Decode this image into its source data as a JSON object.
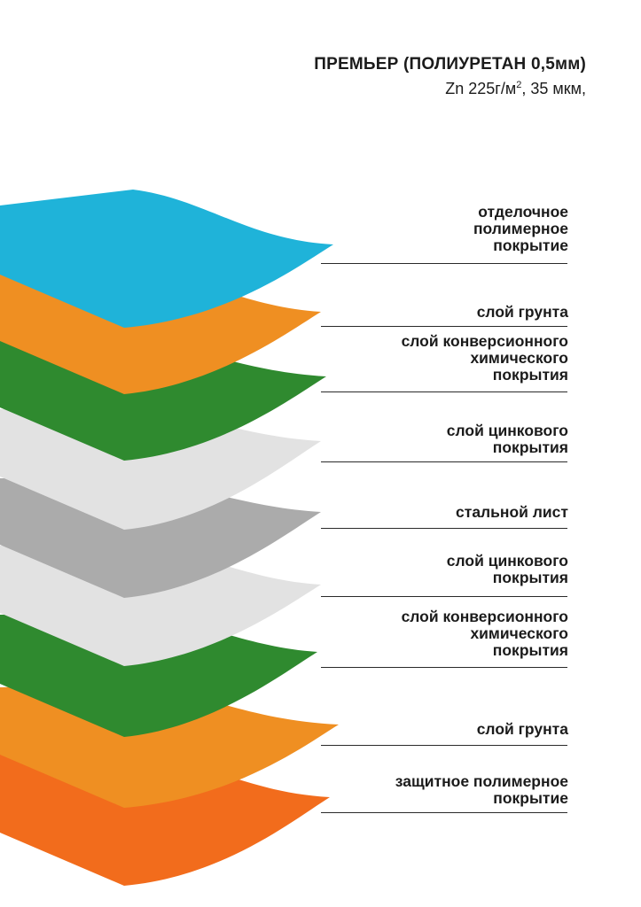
{
  "header": {
    "title": "ПРЕМЬЕР (ПОЛИУРЕТАН 0,5мм)",
    "subtitle_prefix": "Zn 225г/м",
    "subtitle_sup": "2",
    "subtitle_suffix": ", 35 мкм,"
  },
  "layers": [
    {
      "label": "отделочное\nполимерное\nпокрытие",
      "color": "#1fb3d9"
    },
    {
      "label": "слой грунта",
      "color": "#ef8f22"
    },
    {
      "label": "слой конверсионного\nхимического\nпокрытия",
      "color": "#2f8a2f"
    },
    {
      "label": "слой цинкового\nпокрытия",
      "color": "#e2e2e2"
    },
    {
      "label": "стальной лист",
      "color": "#ababab"
    },
    {
      "label": "слой цинкового\nпокрытия",
      "color": "#e2e2e2"
    },
    {
      "label": "слой конверсионного\nхимического\nпокрытия",
      "color": "#2f8a2f"
    },
    {
      "label": "слой грунта",
      "color": "#ef8f22"
    },
    {
      "label": "защитное полимерное\nпокрытие",
      "color": "#f26c1c"
    }
  ]
}
